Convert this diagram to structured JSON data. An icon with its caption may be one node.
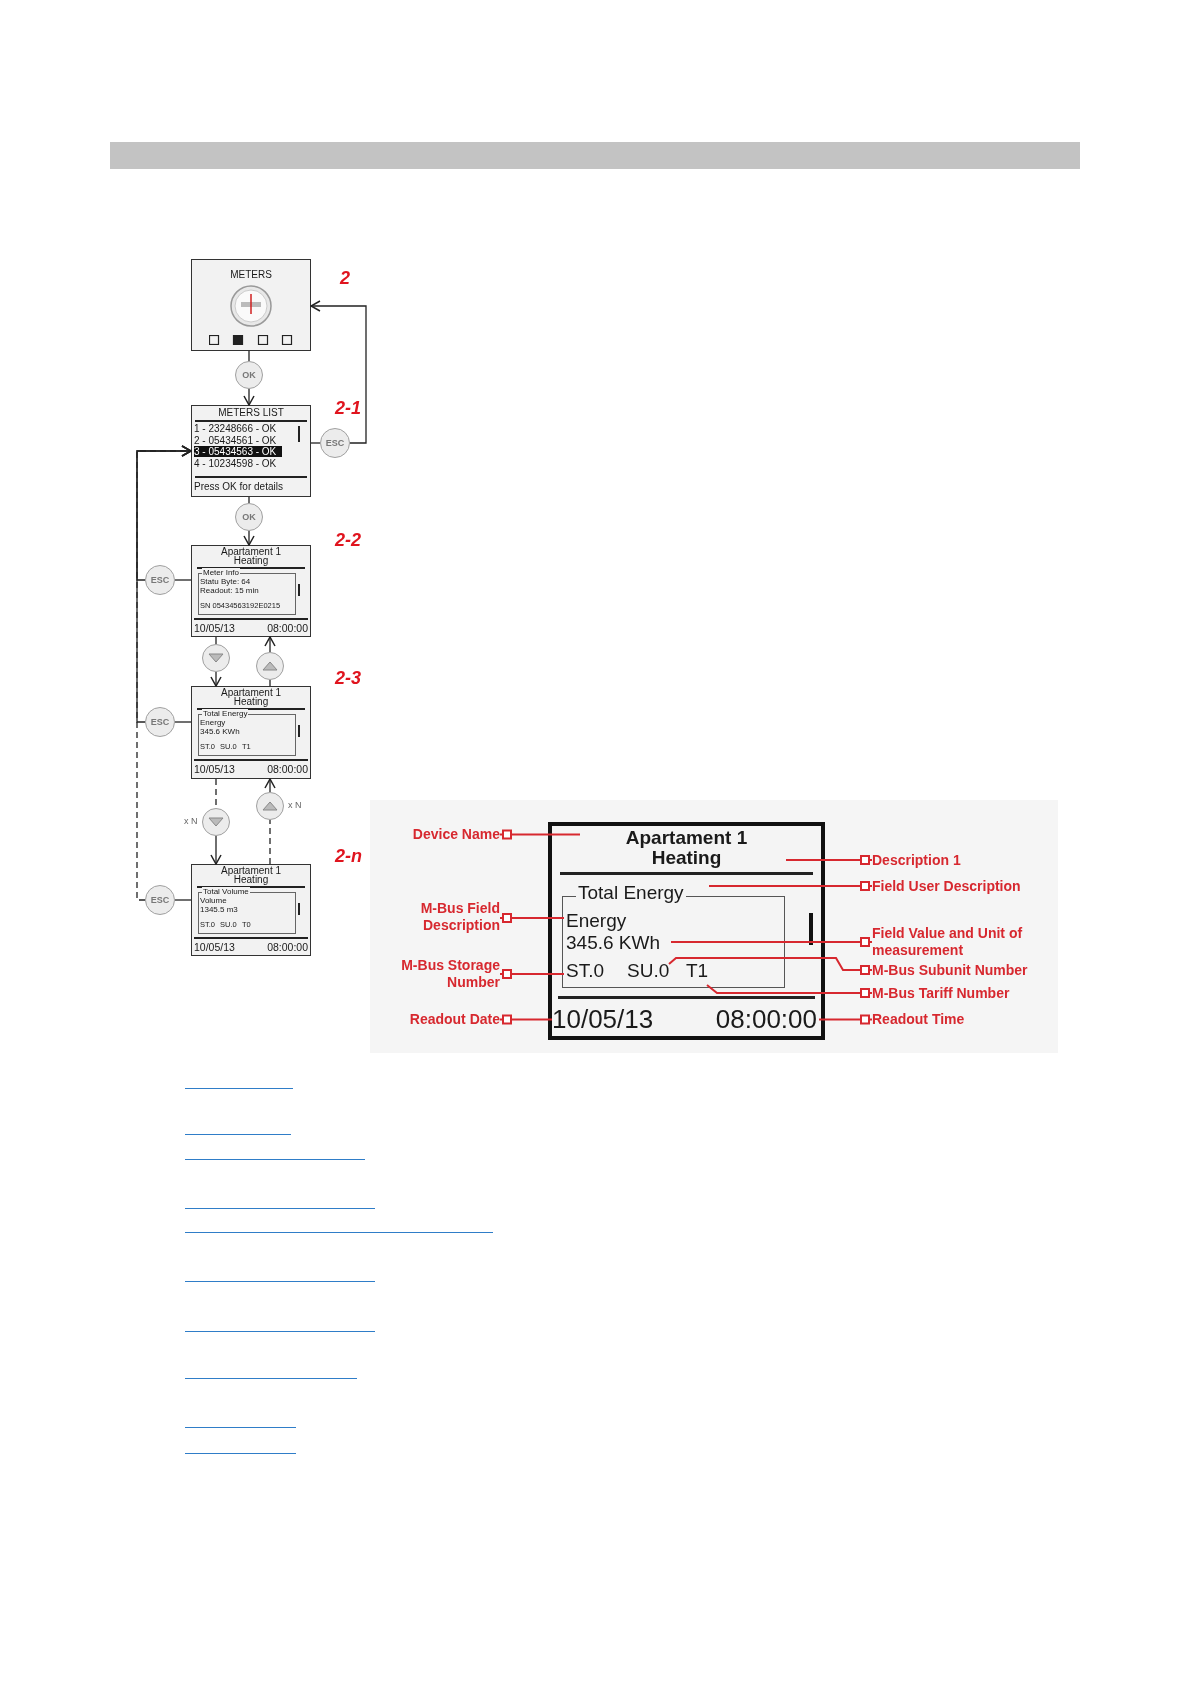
{
  "diagram": {
    "nodes": [
      {
        "text": [
          "METERS"
        ],
        "beside": [
          "2"
        ]
      },
      {
        "text": [
          "OK"
        ]
      },
      {
        "text": [
          "METERS LIST",
          "1 - 23248666 - OK",
          "2 - 05434561 - OK",
          "3 - 05434563 - OK",
          "4 - 10234598 - OK",
          "Press OK for details"
        ],
        "beside": [
          "2-1"
        ]
      },
      {
        "text": [
          "ESC"
        ]
      },
      {
        "text": [
          "OK"
        ]
      },
      {
        "text": [
          "Apartament 1 Heating",
          "Meter Info",
          "Statu Byte: 64",
          "Readout: 15 min",
          "SN 05434563192E0215",
          "10/05/13",
          "08:00:00"
        ],
        "beside": [
          "2-2"
        ]
      },
      {
        "text": [
          "ESC"
        ]
      },
      {
        "text": [],
        "shape": "circle"
      },
      {
        "text": [],
        "shape": "circle"
      },
      {
        "text": [
          "Apartament 1 Heating",
          "Total Energy",
          "Energy",
          "345.6 KWh",
          "ST.0",
          "SU.0",
          "T1",
          "10/05/13",
          "08:00:00"
        ],
        "beside": [
          "2-3"
        ]
      },
      {
        "text": [
          "ESC"
        ]
      },
      {
        "text": [],
        "shape": "circle",
        "beside": [
          "x N"
        ]
      },
      {
        "text": [],
        "shape": "circle",
        "beside": [
          "x N"
        ]
      },
      {
        "text": [
          "Apartament 1 Heating",
          "Total Volume",
          "Volume",
          "1345.5 m3",
          "ST.0",
          "SU.0",
          "T0",
          "10/05/13",
          "08:00:00"
        ],
        "beside": [
          "2-n"
        ]
      },
      {
        "text": [
          "ESC"
        ]
      },
      {
        "text": [
          "Apartament 1 Heating",
          "Total Energy",
          "Energy",
          "345.6 KWh",
          "ST.0",
          "SU.0",
          "T1",
          "10/05/13",
          "08:00:00"
        ]
      },
      {
        "text": [
          "Device Name"
        ]
      },
      {
        "text": [
          "M-Bus Field Description"
        ]
      },
      {
        "text": [
          "M-Bus Storage Number"
        ]
      },
      {
        "text": [
          "Readout Date"
        ]
      },
      {
        "text": [
          "Description 1"
        ]
      },
      {
        "text": [
          "Field User Description"
        ]
      },
      {
        "text": [
          "Field Value and Unit of measurement"
        ]
      },
      {
        "text": [
          "M-Bus Subunit Number"
        ]
      },
      {
        "text": [
          "M-Bus Tariff Number"
        ]
      },
      {
        "text": [
          "Readout Time"
        ]
      }
    ],
    "edges": [
      {
        "from": 0,
        "to": 1,
        "arrow": "none"
      },
      {
        "from": 1,
        "to": 2,
        "arrow": "to"
      },
      {
        "from": 2,
        "to": 3,
        "arrow": "none"
      },
      {
        "from": 3,
        "to": 0,
        "arrow": "to"
      },
      {
        "from": 2,
        "to": 4,
        "arrow": "none"
      },
      {
        "from": 4,
        "to": 5,
        "arrow": "to"
      },
      {
        "from": 5,
        "to": 6,
        "arrow": "none"
      },
      {
        "from": 6,
        "to": 2,
        "arrow": "to"
      },
      {
        "from": 5,
        "to": 7,
        "arrow": "none"
      },
      {
        "from": 7,
        "to": 9,
        "arrow": "to"
      },
      {
        "from": 9,
        "to": 8,
        "arrow": "none"
      },
      {
        "from": 8,
        "to": 5,
        "arrow": "to"
      },
      {
        "from": 9,
        "to": 10,
        "arrow": "none"
      },
      {
        "from": 10,
        "to": 2,
        "arrow": "to"
      },
      {
        "from": 9,
        "to": 11,
        "arrow": "none",
        "style": "dashed"
      },
      {
        "from": 11,
        "to": 13,
        "arrow": "to"
      },
      {
        "from": 13,
        "to": 12,
        "arrow": "none",
        "style": "dashed"
      },
      {
        "from": 12,
        "to": 9,
        "arrow": "to"
      },
      {
        "from": 13,
        "to": 14,
        "arrow": "none"
      },
      {
        "from": 14,
        "to": 2,
        "arrow": "to",
        "style": "dashed"
      },
      {
        "from": 16,
        "to": 15,
        "arrow": "other",
        "color": "#d7282f"
      },
      {
        "from": 17,
        "to": 15,
        "arrow": "other",
        "color": "#d7282f"
      },
      {
        "from": 18,
        "to": 15,
        "arrow": "other",
        "color": "#d7282f"
      },
      {
        "from": 19,
        "to": 15,
        "arrow": "other",
        "color": "#d7282f"
      },
      {
        "from": 20,
        "to": 15,
        "arrow": "other",
        "color": "#d7282f"
      },
      {
        "from": 21,
        "to": 15,
        "arrow": "other",
        "color": "#d7282f"
      },
      {
        "from": 22,
        "to": 15,
        "arrow": "other",
        "color": "#d7282f"
      },
      {
        "from": 23,
        "to": 15,
        "arrow": "other",
        "color": "#d7282f"
      },
      {
        "from": 24,
        "to": 15,
        "arrow": "other",
        "color": "#d7282f"
      },
      {
        "from": 25,
        "to": 15,
        "arrow": "other",
        "color": "#d7282f"
      }
    ]
  }
}
